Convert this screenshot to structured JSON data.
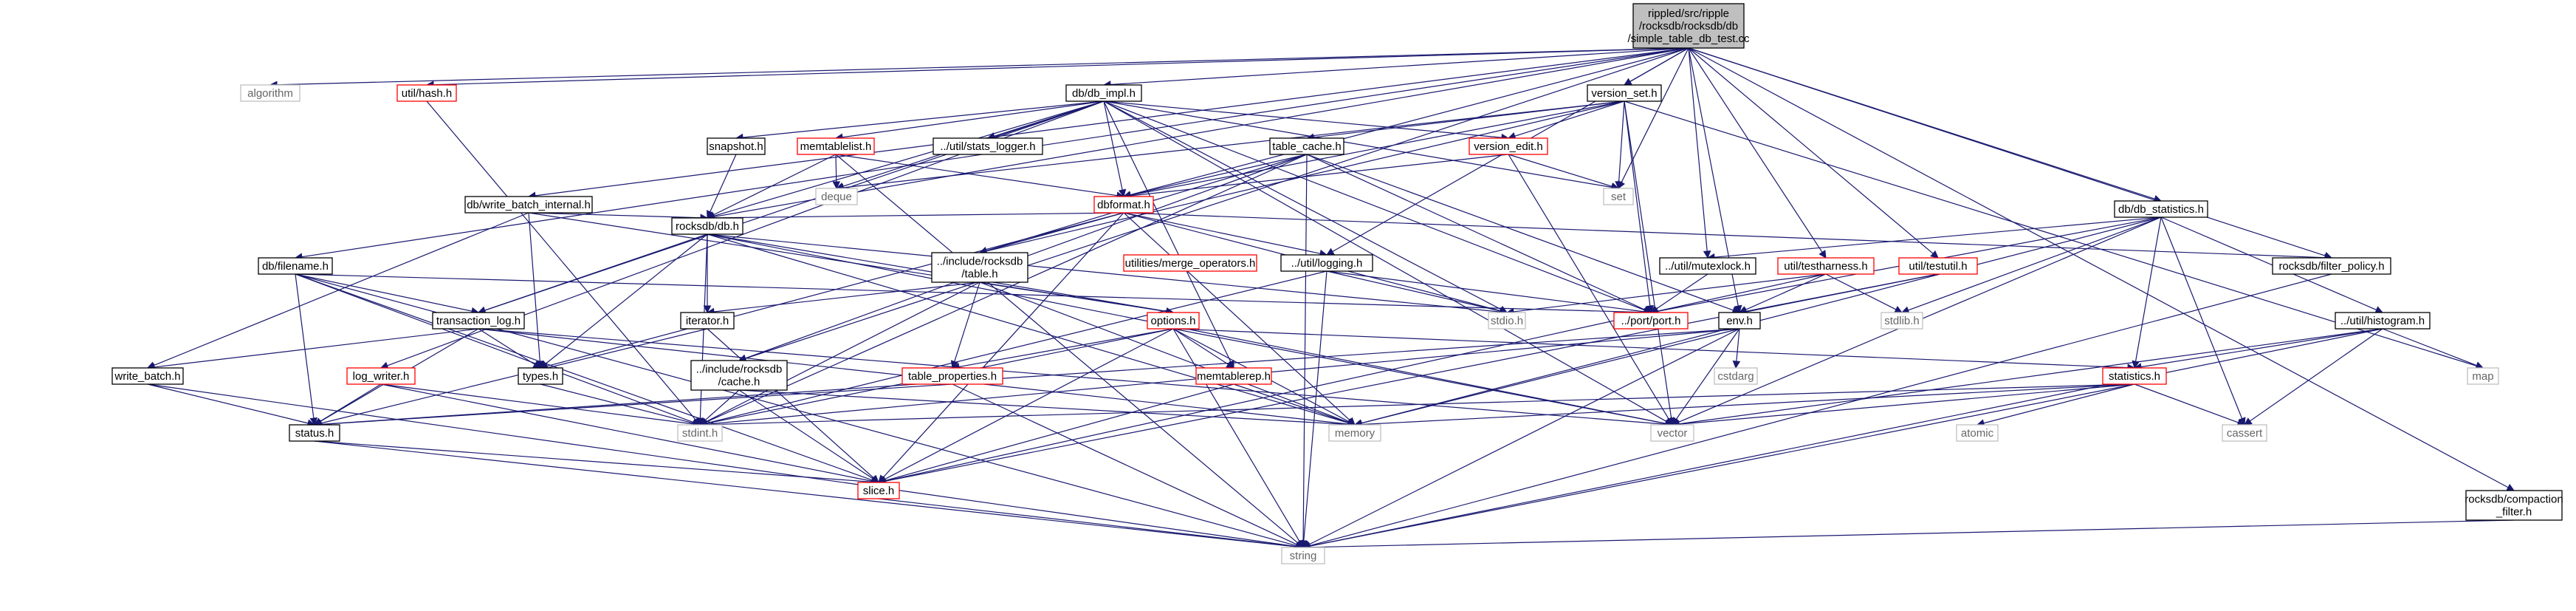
{
  "colors": {
    "edge": "#191970",
    "root_fill": "#bfbfbf",
    "missing_border": "#ff0000",
    "system_border": "#bfbfbf"
  },
  "nodes": {
    "root": {
      "lines": [
        "rippled/src/ripple",
        "/rocksdb/rocksdb/db",
        "/simple_table_db_test.cc"
      ],
      "style": "root"
    },
    "algorithm": {
      "lines": [
        "algorithm"
      ],
      "style": "gray"
    },
    "util_hash": {
      "lines": [
        "util/hash.h"
      ],
      "style": "red"
    },
    "db_impl": {
      "lines": [
        "db/db_impl.h"
      ],
      "style": "black"
    },
    "version_set": {
      "lines": [
        "version_set.h"
      ],
      "style": "black"
    },
    "db_statistics": {
      "lines": [
        "db/db_statistics.h"
      ],
      "style": "black"
    },
    "filter_policy": {
      "lines": [
        "rocksdb/filter_policy.h"
      ],
      "style": "black"
    },
    "compaction_filter": {
      "lines": [
        "rocksdb/compaction",
        "_filter.h"
      ],
      "style": "black"
    },
    "snapshot": {
      "lines": [
        "snapshot.h"
      ],
      "style": "black"
    },
    "memtablelist": {
      "lines": [
        "memtablelist.h"
      ],
      "style": "red"
    },
    "stats_logger": {
      "lines": [
        "../util/stats_logger.h"
      ],
      "style": "black"
    },
    "table_cache": {
      "lines": [
        "table_cache.h"
      ],
      "style": "black"
    },
    "version_edit": {
      "lines": [
        "version_edit.h"
      ],
      "style": "red"
    },
    "deque": {
      "lines": [
        "deque"
      ],
      "style": "gray"
    },
    "set": {
      "lines": [
        "set"
      ],
      "style": "gray"
    },
    "write_batch_internal": {
      "lines": [
        "db/write_batch_internal.h"
      ],
      "style": "black"
    },
    "dbformat": {
      "lines": [
        "dbformat.h"
      ],
      "style": "red"
    },
    "rocksdb_db": {
      "lines": [
        "rocksdb/db.h"
      ],
      "style": "black"
    },
    "include_table": {
      "lines": [
        "../include/rocksdb",
        "/table.h"
      ],
      "style": "black"
    },
    "merge_operators": {
      "lines": [
        "utilities/merge_operators.h"
      ],
      "style": "red"
    },
    "util_logging": {
      "lines": [
        "../util/logging.h"
      ],
      "style": "black"
    },
    "mutexlock": {
      "lines": [
        "../util/mutexlock.h"
      ],
      "style": "black"
    },
    "testharness": {
      "lines": [
        "util/testharness.h"
      ],
      "style": "red"
    },
    "testutil": {
      "lines": [
        "util/testutil.h"
      ],
      "style": "red"
    },
    "filename": {
      "lines": [
        "db/filename.h"
      ],
      "style": "black"
    },
    "transaction_log": {
      "lines": [
        "transaction_log.h"
      ],
      "style": "black"
    },
    "iterator": {
      "lines": [
        "iterator.h"
      ],
      "style": "black"
    },
    "options": {
      "lines": [
        "options.h"
      ],
      "style": "red"
    },
    "port": {
      "lines": [
        "../port/port.h"
      ],
      "style": "red"
    },
    "env": {
      "lines": [
        "env.h"
      ],
      "style": "black"
    },
    "stdio": {
      "lines": [
        "stdio.h"
      ],
      "style": "gray"
    },
    "stdlib": {
      "lines": [
        "stdlib.h"
      ],
      "style": "gray"
    },
    "histogram": {
      "lines": [
        "../util/histogram.h"
      ],
      "style": "black"
    },
    "map": {
      "lines": [
        "map"
      ],
      "style": "gray"
    },
    "write_batch": {
      "lines": [
        "write_batch.h"
      ],
      "style": "black"
    },
    "log_writer": {
      "lines": [
        "log_writer.h"
      ],
      "style": "red"
    },
    "types": {
      "lines": [
        "types.h"
      ],
      "style": "black"
    },
    "include_cache": {
      "lines": [
        "../include/rocksdb",
        "/cache.h"
      ],
      "style": "black"
    },
    "table_properties": {
      "lines": [
        "table_properties.h"
      ],
      "style": "red"
    },
    "memtablerep": {
      "lines": [
        "memtablerep.h"
      ],
      "style": "red"
    },
    "cstdarg": {
      "lines": [
        "cstdarg"
      ],
      "style": "gray"
    },
    "statistics": {
      "lines": [
        "statistics.h"
      ],
      "style": "red"
    },
    "status": {
      "lines": [
        "status.h"
      ],
      "style": "black"
    },
    "stdint": {
      "lines": [
        "stdint.h"
      ],
      "style": "gray"
    },
    "memory": {
      "lines": [
        "memory"
      ],
      "style": "gray"
    },
    "vector": {
      "lines": [
        "vector"
      ],
      "style": "gray"
    },
    "atomic": {
      "lines": [
        "atomic"
      ],
      "style": "gray"
    },
    "cassert": {
      "lines": [
        "cassert"
      ],
      "style": "gray"
    },
    "slice": {
      "lines": [
        "slice.h"
      ],
      "style": "red"
    },
    "string": {
      "lines": [
        "string"
      ],
      "style": "gray"
    }
  },
  "edges": [
    [
      "root",
      "algorithm"
    ],
    [
      "root",
      "util_hash"
    ],
    [
      "root",
      "db_impl"
    ],
    [
      "root",
      "version_set"
    ],
    [
      "root",
      "db_statistics"
    ],
    [
      "root",
      "filter_policy"
    ],
    [
      "root",
      "compaction_filter"
    ],
    [
      "root",
      "filename"
    ],
    [
      "root",
      "write_batch_internal"
    ],
    [
      "root",
      "rocksdb_db"
    ],
    [
      "root",
      "dbformat"
    ],
    [
      "root",
      "set"
    ],
    [
      "root",
      "util_logging"
    ],
    [
      "root",
      "mutexlock"
    ],
    [
      "root",
      "testharness"
    ],
    [
      "root",
      "testutil"
    ],
    [
      "root",
      "env"
    ],
    [
      "root",
      "include_cache"
    ],
    [
      "util_hash",
      "stdint"
    ],
    [
      "db_impl",
      "snapshot"
    ],
    [
      "db_impl",
      "memtablelist"
    ],
    [
      "db_impl",
      "stats_logger"
    ],
    [
      "db_impl",
      "deque"
    ],
    [
      "db_impl",
      "set"
    ],
    [
      "db_impl",
      "dbformat"
    ],
    [
      "db_impl",
      "rocksdb_db"
    ],
    [
      "db_impl",
      "log_writer"
    ],
    [
      "db_impl",
      "transaction_log"
    ],
    [
      "db_impl",
      "memtablerep"
    ],
    [
      "db_impl",
      "version_edit"
    ],
    [
      "db_impl",
      "port"
    ],
    [
      "db_impl",
      "stdio"
    ],
    [
      "db_impl",
      "vector"
    ],
    [
      "version_set",
      "table_cache"
    ],
    [
      "version_set",
      "version_edit"
    ],
    [
      "version_set",
      "set"
    ],
    [
      "version_set",
      "dbformat"
    ],
    [
      "version_set",
      "map"
    ],
    [
      "version_set",
      "vector"
    ],
    [
      "version_set",
      "deque"
    ],
    [
      "version_set",
      "port"
    ],
    [
      "version_set",
      "include_table"
    ],
    [
      "snapshot",
      "rocksdb_db"
    ],
    [
      "memtablelist",
      "deque"
    ],
    [
      "memtablelist",
      "rocksdb_db"
    ],
    [
      "memtablelist",
      "string"
    ],
    [
      "memtablelist",
      "dbformat"
    ],
    [
      "table_cache",
      "dbformat"
    ],
    [
      "table_cache",
      "include_table"
    ],
    [
      "table_cache",
      "stdint"
    ],
    [
      "table_cache",
      "include_cache"
    ],
    [
      "table_cache",
      "port"
    ],
    [
      "table_cache",
      "string"
    ],
    [
      "table_cache",
      "env"
    ],
    [
      "version_edit",
      "set"
    ],
    [
      "version_edit",
      "dbformat"
    ],
    [
      "version_edit",
      "vector"
    ],
    [
      "write_batch_internal",
      "rocksdb_db"
    ],
    [
      "write_batch_internal",
      "write_batch"
    ],
    [
      "write_batch_internal",
      "types"
    ],
    [
      "write_batch_internal",
      "options"
    ],
    [
      "dbformat",
      "rocksdb_db"
    ],
    [
      "dbformat",
      "include_table"
    ],
    [
      "dbformat",
      "util_logging"
    ],
    [
      "dbformat",
      "filter_policy"
    ],
    [
      "dbformat",
      "types"
    ],
    [
      "dbformat",
      "slice"
    ],
    [
      "dbformat",
      "stdio"
    ],
    [
      "dbformat",
      "memory"
    ],
    [
      "rocksdb_db",
      "iterator"
    ],
    [
      "rocksdb_db",
      "options"
    ],
    [
      "rocksdb_db",
      "types"
    ],
    [
      "rocksdb_db",
      "transaction_log"
    ],
    [
      "rocksdb_db",
      "stdint"
    ],
    [
      "rocksdb_db",
      "memory"
    ],
    [
      "rocksdb_db",
      "vector"
    ],
    [
      "rocksdb_db",
      "stdio"
    ],
    [
      "include_table",
      "iterator"
    ],
    [
      "include_table",
      "options"
    ],
    [
      "include_table",
      "table_properties"
    ],
    [
      "include_table",
      "stdint"
    ],
    [
      "include_table",
      "memory"
    ],
    [
      "util_logging",
      "port"
    ],
    [
      "util_logging",
      "stdio"
    ],
    [
      "util_logging",
      "stdint"
    ],
    [
      "util_logging",
      "string"
    ],
    [
      "mutexlock",
      "port"
    ],
    [
      "testharness",
      "env"
    ],
    [
      "testharness",
      "slice"
    ],
    [
      "testharness",
      "stdlib"
    ],
    [
      "testharness",
      "stdio"
    ],
    [
      "testutil",
      "env"
    ],
    [
      "testutil",
      "slice"
    ],
    [
      "filename",
      "transaction_log"
    ],
    [
      "filename",
      "status"
    ],
    [
      "filename",
      "stdint"
    ],
    [
      "filename",
      "slice"
    ],
    [
      "filename",
      "string"
    ],
    [
      "filename",
      "port"
    ],
    [
      "transaction_log",
      "status"
    ],
    [
      "transaction_log",
      "types"
    ],
    [
      "transaction_log",
      "write_batch"
    ],
    [
      "transaction_log",
      "memory"
    ],
    [
      "transaction_log",
      "vector"
    ],
    [
      "iterator",
      "slice"
    ],
    [
      "iterator",
      "status"
    ],
    [
      "options",
      "table_properties"
    ],
    [
      "options",
      "memtablerep"
    ],
    [
      "options",
      "statistics"
    ],
    [
      "options",
      "stdint"
    ],
    [
      "options",
      "memory"
    ],
    [
      "options",
      "vector"
    ],
    [
      "options",
      "slice"
    ],
    [
      "options",
      "string"
    ],
    [
      "env",
      "cstdarg"
    ],
    [
      "env",
      "string"
    ],
    [
      "env",
      "memory"
    ],
    [
      "env",
      "vector"
    ],
    [
      "env",
      "stdint"
    ],
    [
      "env",
      "status"
    ],
    [
      "db_statistics",
      "statistics"
    ],
    [
      "db_statistics",
      "histogram"
    ],
    [
      "db_statistics",
      "port"
    ],
    [
      "db_statistics",
      "mutexlock"
    ],
    [
      "db_statistics",
      "vector"
    ],
    [
      "db_statistics",
      "cassert"
    ],
    [
      "db_statistics",
      "stdlib"
    ],
    [
      "db_statistics",
      "memory"
    ],
    [
      "histogram",
      "statistics"
    ],
    [
      "histogram",
      "map"
    ],
    [
      "histogram",
      "cassert"
    ],
    [
      "histogram",
      "vector"
    ],
    [
      "histogram",
      "string"
    ],
    [
      "filter_policy",
      "string"
    ],
    [
      "compaction_filter",
      "string"
    ],
    [
      "write_batch",
      "status"
    ],
    [
      "write_batch",
      "string"
    ],
    [
      "log_writer",
      "status"
    ],
    [
      "log_writer",
      "slice"
    ],
    [
      "log_writer",
      "stdint"
    ],
    [
      "types",
      "stdint"
    ],
    [
      "include_cache",
      "memory"
    ],
    [
      "include_cache",
      "stdint"
    ],
    [
      "include_cache",
      "slice"
    ],
    [
      "table_properties",
      "string"
    ],
    [
      "table_properties",
      "status"
    ],
    [
      "memtablerep",
      "memory"
    ],
    [
      "memtablerep",
      "slice"
    ],
    [
      "statistics",
      "atomic"
    ],
    [
      "statistics",
      "cassert"
    ],
    [
      "statistics",
      "stdint"
    ],
    [
      "statistics",
      "string"
    ],
    [
      "statistics",
      "vector"
    ],
    [
      "statistics",
      "memory"
    ],
    [
      "status",
      "slice"
    ],
    [
      "status",
      "string"
    ],
    [
      "slice",
      "string"
    ]
  ]
}
